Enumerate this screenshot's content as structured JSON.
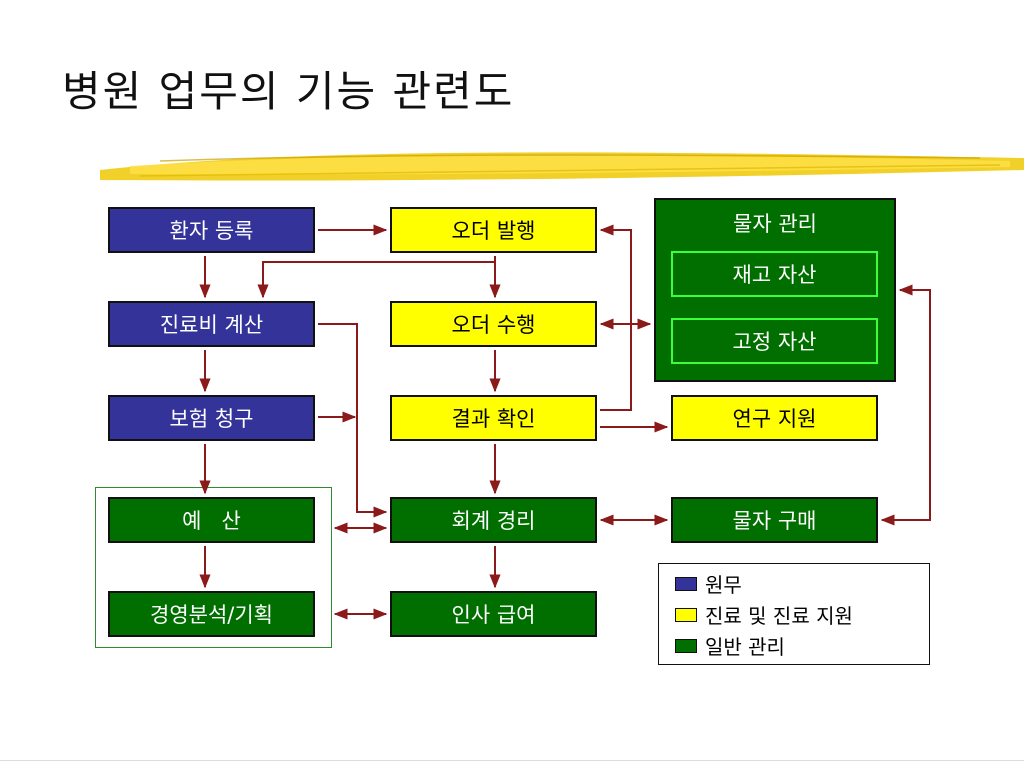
{
  "title": "병원 업무의 기능 관련도",
  "boxes": {
    "patient_registration": "환자 등록",
    "billing": "진료비 계산",
    "insurance_claim": "보험 청구",
    "budget": "예   산",
    "management_planning": "경영분석/기획",
    "order_issue": "오더 발행",
    "order_execute": "오더 수행",
    "result_check": "결과 확인",
    "accounting": "회계 경리",
    "payroll": "인사 급여",
    "materials_mgmt": "물자 관리",
    "inventory_assets": "재고 자산",
    "fixed_assets": "고정 자산",
    "research_support": "연구 지원",
    "materials_purchase": "물자 구매"
  },
  "legend": {
    "items": [
      {
        "label": "원무",
        "color": "#33339a"
      },
      {
        "label": "진료 및 진료 지원",
        "color": "#ffff00"
      },
      {
        "label": "일반 관리",
        "color": "#006f00"
      }
    ]
  },
  "colors": {
    "admin": "#33339a",
    "clinical": "#ffff00",
    "general": "#006f00",
    "arrow": "#8b1a1a",
    "title_brush": "#f2d22a"
  }
}
